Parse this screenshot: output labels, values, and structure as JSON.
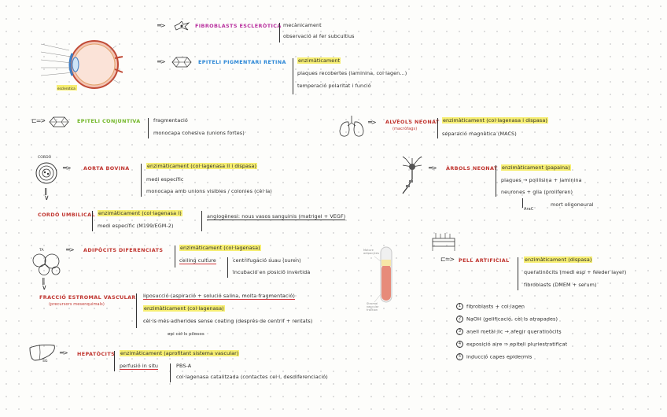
{
  "eye": {
    "anatomy_labels": [
      "",
      "",
      "",
      "",
      "",
      "",
      ""
    ],
    "caption": "esclerotica"
  },
  "fibroblasts": {
    "title": "FIBROBLASTS ESCLERÒTICA",
    "items": [
      "mecànicament",
      "observació al fer subcultius"
    ]
  },
  "epiteli_retina": {
    "title": "EPITELI PIGMENTARI RETINA",
    "items": [
      "enzimàticament",
      "plaques recobertes (laminina, col·lagen...)",
      "temperació polaritat i funció"
    ]
  },
  "conjuntiva": {
    "title": "EPITELI CONJUNTIVA",
    "items": [
      "fragmentació",
      "monocapa cohesiva (unions fortes)"
    ]
  },
  "alveols": {
    "title": "ALVÈOLS NEONAT",
    "subtitle": "(macròfags)",
    "items": [
      "enzimàticament (col·lagenasa i dispasa)",
      "separació magnètica (MACS)"
    ]
  },
  "aorta": {
    "label": "CORDÓ",
    "title": "AORTA BOVINA",
    "items": [
      "enzimàticament (col·lagenasa II i dispasa)",
      "medi específic",
      "monocapa amb unions visibles / colonies (cèl·la)"
    ]
  },
  "neurones": {
    "title": "ÀRBOLS NEONAT",
    "items": [
      "enzimàticament (papaina)",
      "plaques → polilisina + laminina",
      "neurones + glia (proliferen)"
    ],
    "note": "mort oligoneural",
    "note_prefix": "AraC"
  },
  "cordo": {
    "title": "CORDÓ UMBILICAL",
    "items": [
      "enzimàticament (col·lagenasa I)",
      "medi específic (M199/EGM-2)"
    ],
    "extra": "angiogènesi: nous vasos sanguinis (matrigel + VEGF)"
  },
  "adipocits": {
    "label": "TA",
    "title": "ADIPÒCITS DIFERENCIATS",
    "items": [
      "enzimàticament (col·lagenasa)",
      "ceiling culture"
    ],
    "sub_items": [
      "centrifugació suau (suren)",
      "incubació en posició invertida"
    ]
  },
  "tube": {
    "labels": [
      "Mature adipocytes",
      "Stromal vascular fraction"
    ]
  },
  "pell": {
    "title": "PELL ARTIFICIAL",
    "items": [
      "enzimàticament (dispasa)",
      "queratinòcits (medi esp + feeder layer)",
      "fibroblasts (DMEM + serum)"
    ],
    "steps": [
      {
        "n": "1",
        "text": "fibroblasts + col·lagen"
      },
      {
        "n": "2",
        "text": "NaOH (gelificació, cèl·ls atrapades)"
      },
      {
        "n": "3",
        "text": "anell metàl·lic → afegir queratinòcits"
      },
      {
        "n": "4",
        "text": "exposició aire ⇒ epiteli pluriestratificat"
      },
      {
        "n": "5",
        "text": "inducció capes epidermis"
      }
    ]
  },
  "fraccio": {
    "title": "FRACCIÓ ESTROMAL VASCULAR",
    "subtitle": "(precursors mesenquimals)",
    "items": [
      "liposucció (aspiració + solució salina, molta fragmentació)",
      "enzimàticament (col·lagenasa)",
      "cèl·ls més adherides sense coating (després de centrif + rentats)"
    ],
    "extra": "epi cèl·ls pilosos"
  },
  "hepatocits": {
    "label": "SG",
    "title": "HEPATÒCITS",
    "items": [
      "enzimàticament (aprofitant sistema vascular)",
      "perfusió in situ"
    ],
    "sub_items": [
      "PBS-A",
      "col·lagenasa catalitzada (contactes cel·l, desdiferenciació)"
    ]
  }
}
